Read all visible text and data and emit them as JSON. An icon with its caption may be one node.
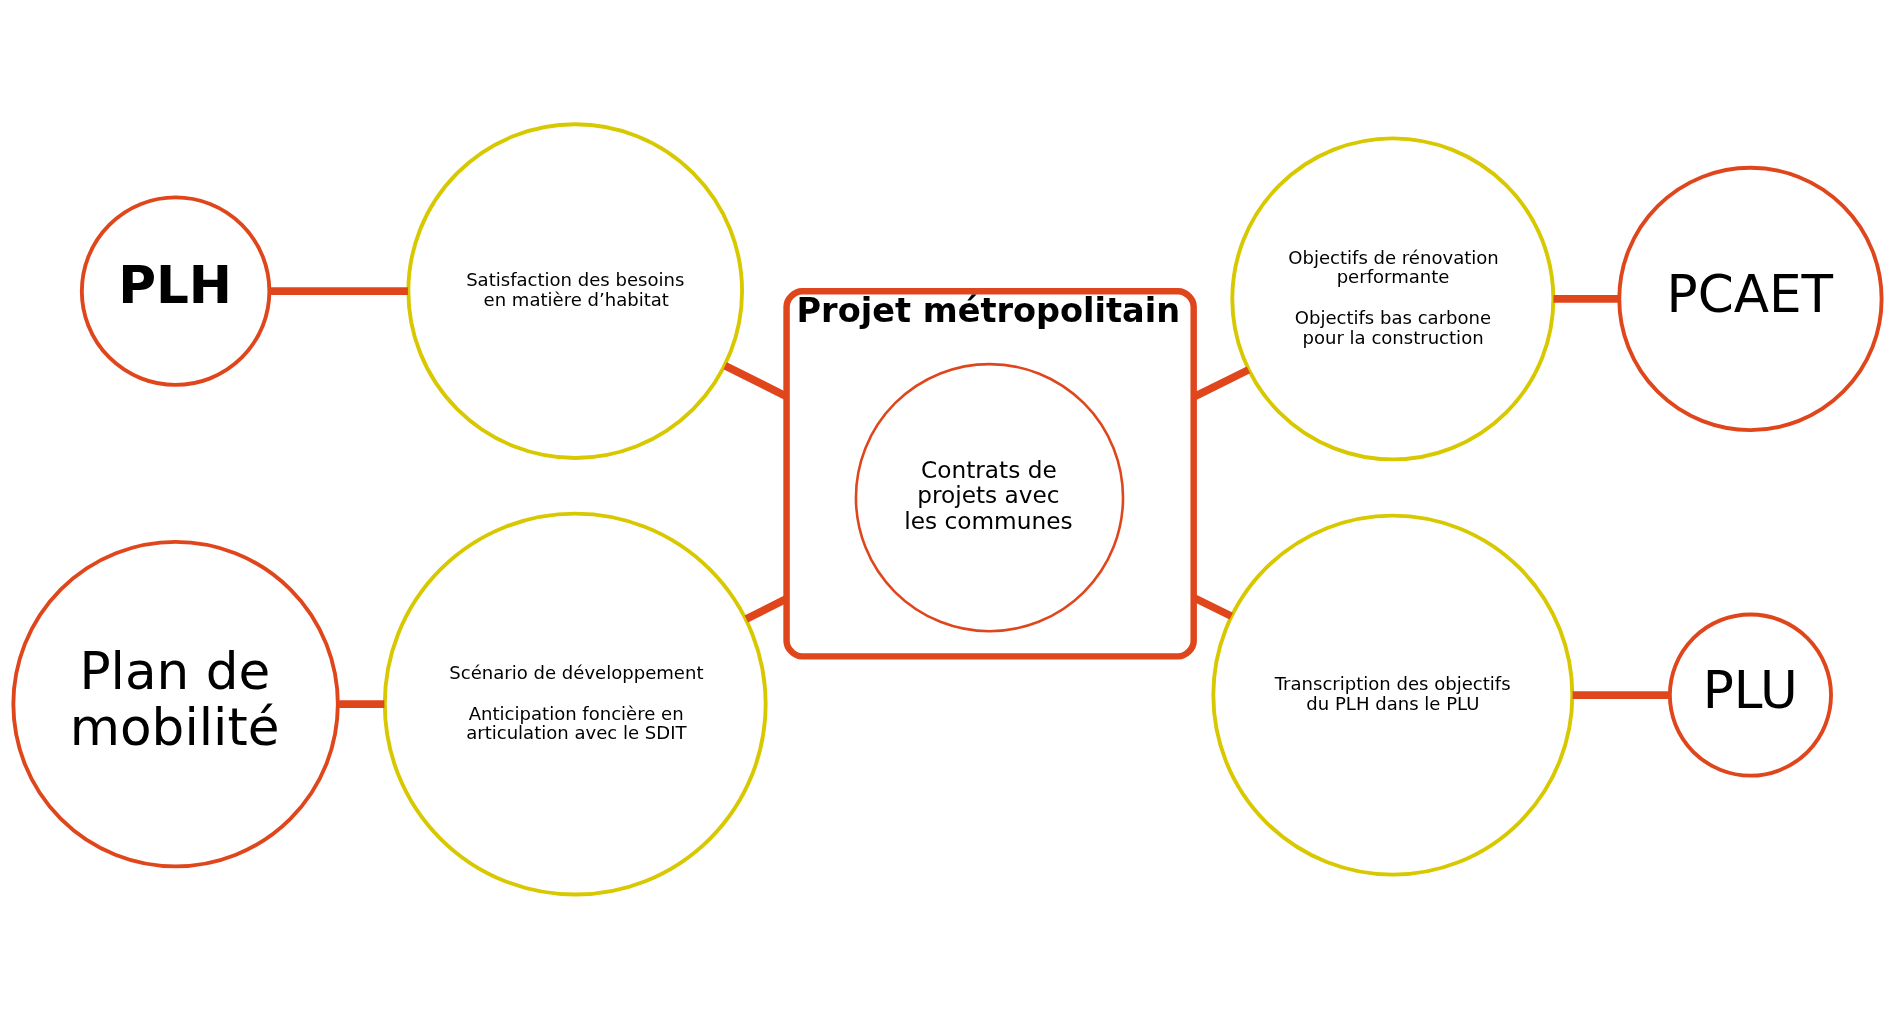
{
  "diagram": {
    "nodes": [
      {
        "text": [
          "PLH"
        ]
      },
      {
        "text": [
          "Satisfaction des besoins en matière d’habitat"
        ]
      },
      {
        "text": [
          "Objectifs de rénovation performante",
          "Objectifs bas carbone pour la construction"
        ]
      },
      {
        "text": [
          "PCAET"
        ]
      },
      {
        "text": [
          "Projet métropolitain"
        ]
      },
      {
        "text": [
          "Contrats de projets avec les communes"
        ],
        "in": 4
      },
      {
        "text": [
          "Scénario de développement",
          "Anticipation foncière en articulation avec le SDIT"
        ]
      },
      {
        "text": [
          "Transcription des objectifs du PLH dans le PLU"
        ]
      },
      {
        "text": [
          "Plan de mobilité"
        ]
      },
      {
        "text": [
          "PLU"
        ]
      }
    ],
    "edges": [
      {
        "from": 0,
        "to": 1,
        "arrow": "none"
      },
      {
        "from": 1,
        "to": 4,
        "arrow": "none"
      },
      {
        "from": 4,
        "to": 2,
        "arrow": "none"
      },
      {
        "from": 2,
        "to": 3,
        "arrow": "none"
      },
      {
        "from": 6,
        "to": 4,
        "arrow": "none"
      },
      {
        "from": 8,
        "to": 6,
        "arrow": "none"
      },
      {
        "from": 4,
        "to": 7,
        "arrow": "none"
      },
      {
        "from": 7,
        "to": 9,
        "arrow": "none"
      }
    ]
  }
}
